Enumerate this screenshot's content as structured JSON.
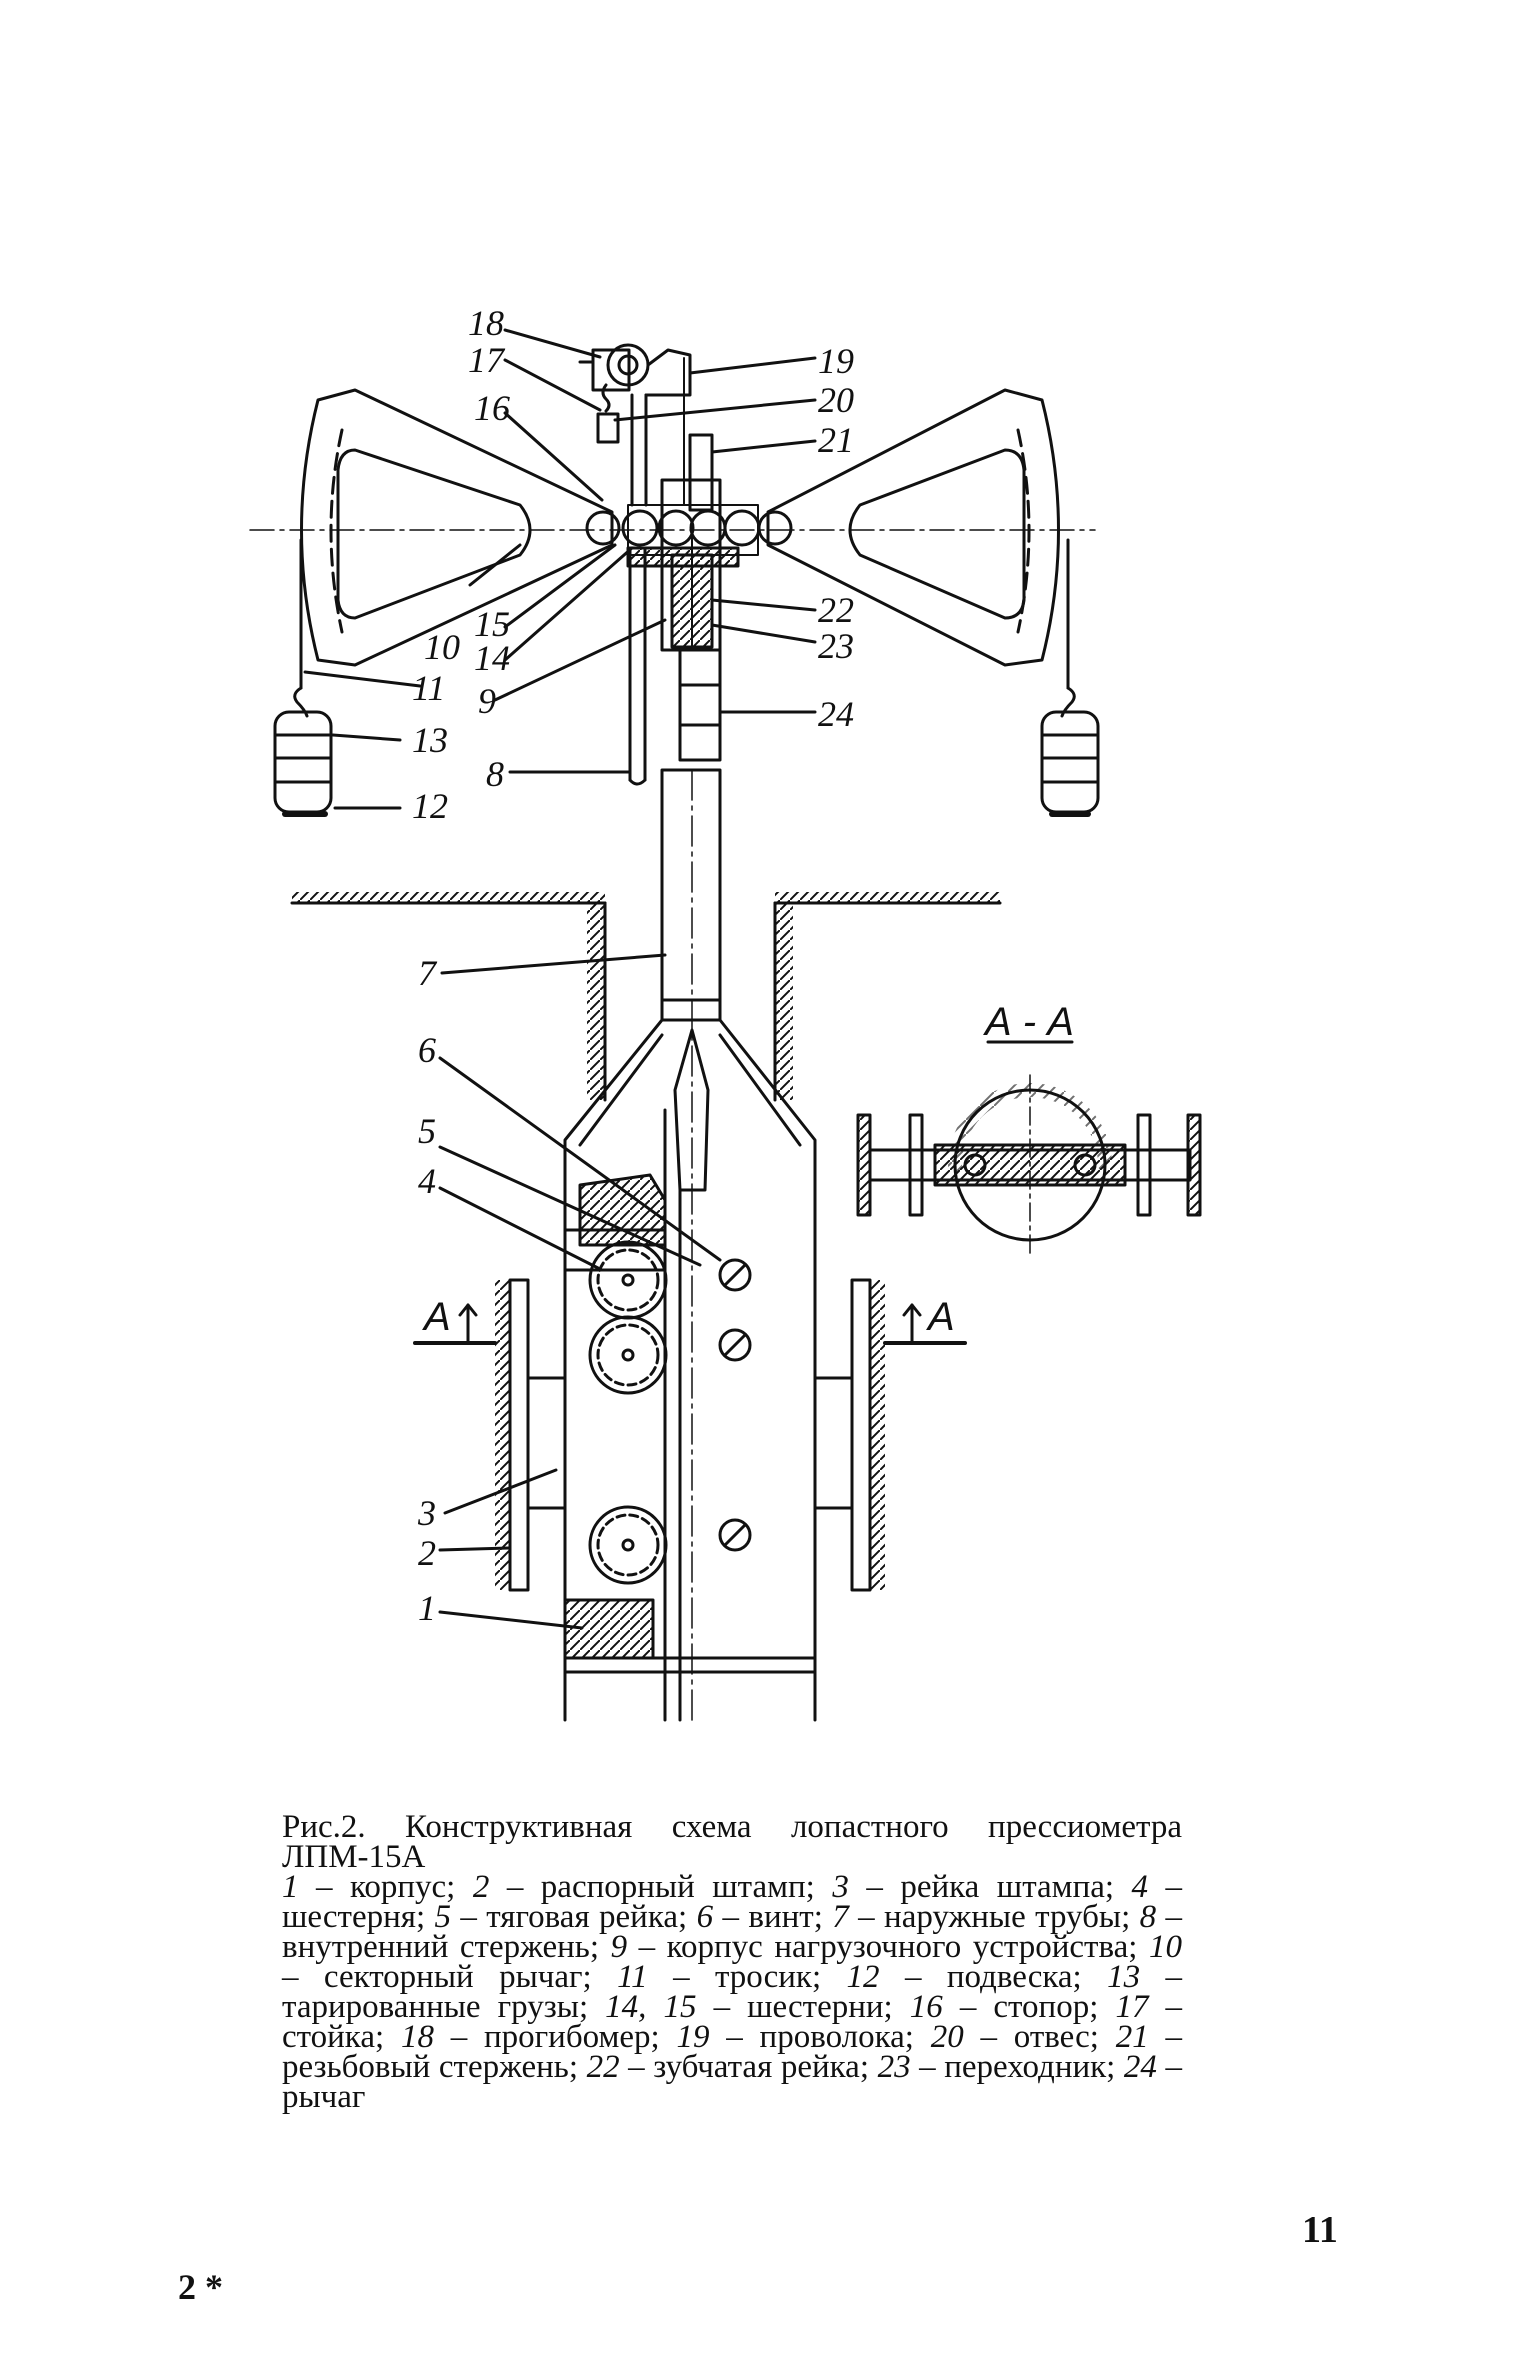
{
  "labels": {
    "l1": "1",
    "l2": "2",
    "l3": "3",
    "l4": "4",
    "l5": "5",
    "l6": "6",
    "l7": "7",
    "l8": "8",
    "l9": "9",
    "l10": "10",
    "l11": "11",
    "l12": "12",
    "l13": "13",
    "l14": "14",
    "l15": "15",
    "l16": "16",
    "l17": "17",
    "l18": "18",
    "l19": "19",
    "l20": "20",
    "l21": "21",
    "l22": "22",
    "l23": "23",
    "l24": "24"
  },
  "section": {
    "title": "А - А",
    "marker": "А"
  },
  "caption": {
    "title": "Рис.2. Конструктивная схема лопастного прессиометра ЛПМ-15А",
    "legend": [
      {
        "n": "1",
        "t": "корпус"
      },
      {
        "n": "2",
        "t": "распорный штамп"
      },
      {
        "n": "3",
        "t": "рейка штампа"
      },
      {
        "n": "4",
        "t": "шестерня"
      },
      {
        "n": "5",
        "t": "тяговая рейка"
      },
      {
        "n": "6",
        "t": "винт"
      },
      {
        "n": "7",
        "t": "наружные трубы"
      },
      {
        "n": "8",
        "t": "внутренний стержень"
      },
      {
        "n": "9",
        "t": "корпус нагрузочного устройства"
      },
      {
        "n": "10",
        "t": "секторный рычаг"
      },
      {
        "n": "11",
        "t": "тросик"
      },
      {
        "n": "12",
        "t": "подвеска"
      },
      {
        "n": "13",
        "t": "тарированные грузы"
      },
      {
        "n": "14, 15",
        "t": "шестерни"
      },
      {
        "n": "16",
        "t": "стопор"
      },
      {
        "n": "17",
        "t": "стойка"
      },
      {
        "n": "18",
        "t": "прогибомер"
      },
      {
        "n": "19",
        "t": "проволока"
      },
      {
        "n": "20",
        "t": "отвес"
      },
      {
        "n": "21",
        "t": "резьбовый стержень"
      },
      {
        "n": "22",
        "t": "зубчатая рейка"
      },
      {
        "n": "23",
        "t": "переходник"
      },
      {
        "n": "24",
        "t": "рычаг"
      }
    ]
  },
  "page_number": "11",
  "signature": "2 *"
}
